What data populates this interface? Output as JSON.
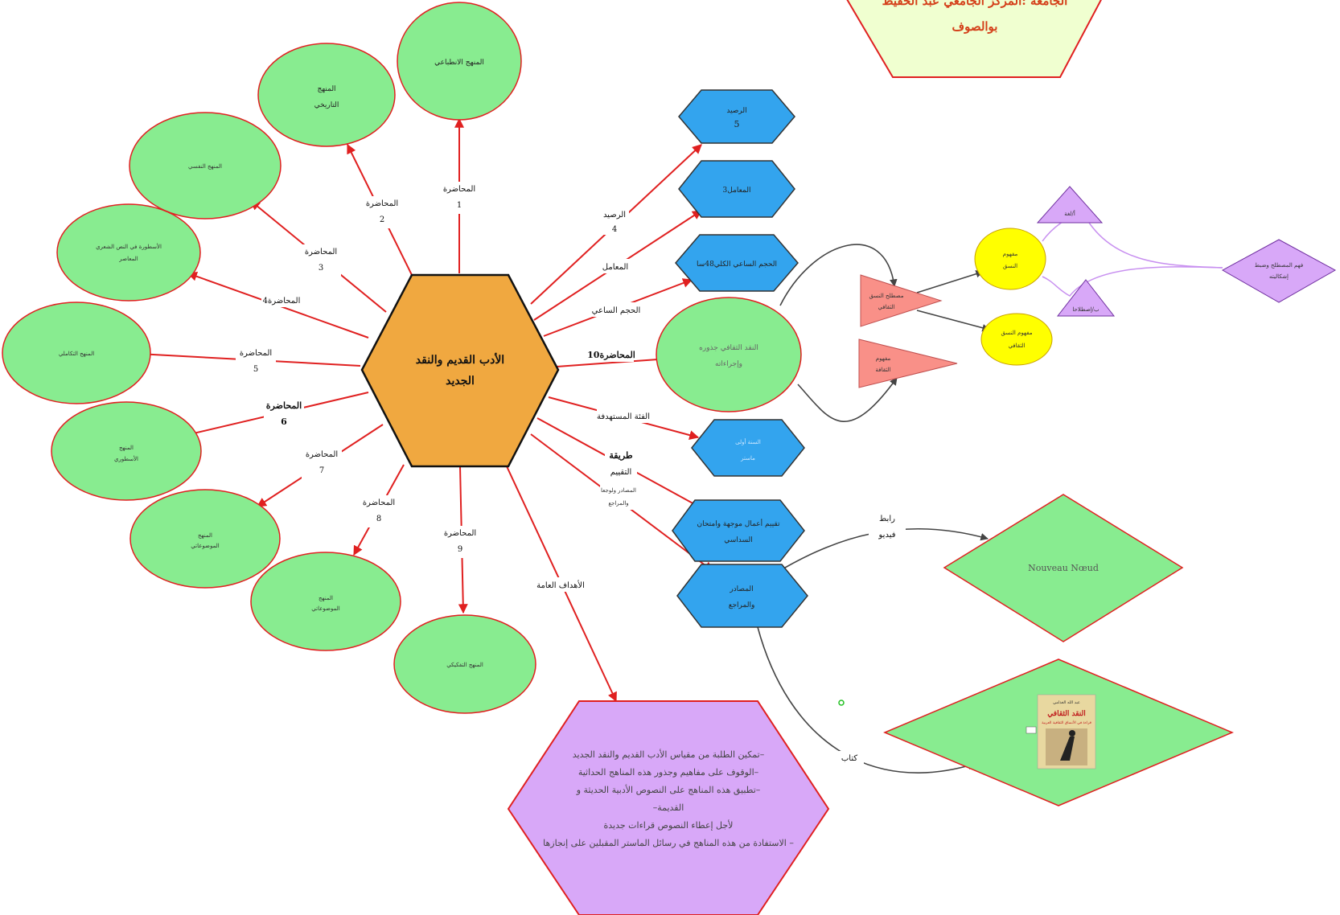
{
  "center": {
    "line1": "الأدب القديم والنقد",
    "line2": "الجديد"
  },
  "title_box": {
    "line1": "الجامعة :المركز الجامعي عبد الحفيظ",
    "line2": "بوالصوف"
  },
  "lectures": [
    {
      "label": "المحاضرة",
      "num": "1",
      "node_lines": [
        "المنهج الانطباعي"
      ]
    },
    {
      "label": "المحاضرة",
      "num": "2",
      "node_lines": [
        "المنهج",
        "التاريخي"
      ]
    },
    {
      "label": "المحاضرة",
      "num": "3",
      "node_lines": [
        "المنهج النفسي"
      ]
    },
    {
      "label": "المحاضرة4",
      "num": "",
      "node_lines": [
        "الأسطورة في النص الشعري",
        "المعاصر"
      ]
    },
    {
      "label": "المحاضرة",
      "num": "5",
      "node_lines": [
        "المنهج التكاملي"
      ]
    },
    {
      "label": "المحاضرة",
      "num": "6",
      "node_lines": [
        "المنهج",
        "الأسطوري"
      ]
    },
    {
      "label": "المحاضرة",
      "num": "7",
      "node_lines": [
        "المنهج",
        "الموضوعاتي"
      ]
    },
    {
      "label": "المحاضرة",
      "num": "8",
      "node_lines": [
        "المنهج",
        "الموضوعاتي"
      ]
    },
    {
      "label": "المحاضرة",
      "num": "9",
      "node_lines": [
        "المنهج التفكيكي"
      ]
    }
  ],
  "right_branches": {
    "balance": {
      "edge": "الرصيد",
      "edge2": "4",
      "node": "الرصيد",
      "node2": "5"
    },
    "coef": {
      "edge": "المعامل",
      "node": "المعامل3"
    },
    "hours": {
      "edge": "الحجم الساعي",
      "node": "الحجم الساعي الكلي48سا"
    },
    "lecture10": {
      "edge": "المحاضرة10",
      "node1": "النقد الثقافي جذوره",
      "node2": "وإجراءاته"
    },
    "target": {
      "edge": "الفئة المستهدفة",
      "node1": "السنة أولى",
      "node2": "ماستر"
    },
    "evaluation": {
      "edge1": "طريقة",
      "edge2": "التقييم",
      "node1": "تقييم أعمال موجهة وامتحان",
      "node2": "السداسي"
    },
    "sources": {
      "edge1": "المصادر ولوجعا",
      "edge2": "والمراجع",
      "node1": "المصادر",
      "node2": "والمراجع"
    }
  },
  "cultural": {
    "tri1": [
      "مصطلح النسق",
      "الثقافي"
    ],
    "tri2": [
      "مفهوم",
      "الثقافة"
    ],
    "circle1": [
      "مفهوم",
      "النسق"
    ],
    "circle2": [
      "مفهوم النسق",
      "الثقافي"
    ],
    "small_tri1": "أ/لغة",
    "small_tri2": "ب/إصطلاحا",
    "diamond": [
      "فهم المصطلح وضبط",
      "إشكاليته"
    ]
  },
  "video": {
    "label1": "رابط",
    "label2": "فيديو",
    "node": "Nouveau Nœud"
  },
  "book": {
    "label": "كتاب",
    "cover_title": "النقد الثقافي",
    "cover_sub": "قراءة في الأنساق الثقافية العربية",
    "cover_author": "عبد الله الغذامي"
  },
  "goals": {
    "edge": "الأهداف العامة",
    "lines": [
      "–تمكين الطلبة من مقياس الأدب  القديم والنقد الجديد",
      "–الوقوف على مفاهيم وجذور هذه المناهج الحداثية",
      "–تطبيق هذه المناهج على النصوص الأدبية الحديثة و",
      "القديمة–",
      "لأجل إعطاء النصوص قراءات جديدة",
      "–  الاستفادة من  هذه المناهج في رسائل الماستر المقبلين على إنجازها"
    ]
  },
  "colors": {
    "center": "#f0a840",
    "green": "#88ec90",
    "blue": "#33a4ee",
    "purple": "#d8a8f8",
    "salmon": "#f99088",
    "yellow": "#ffff00",
    "edge": "#e02020",
    "title_fill": "#f0ffd0"
  }
}
